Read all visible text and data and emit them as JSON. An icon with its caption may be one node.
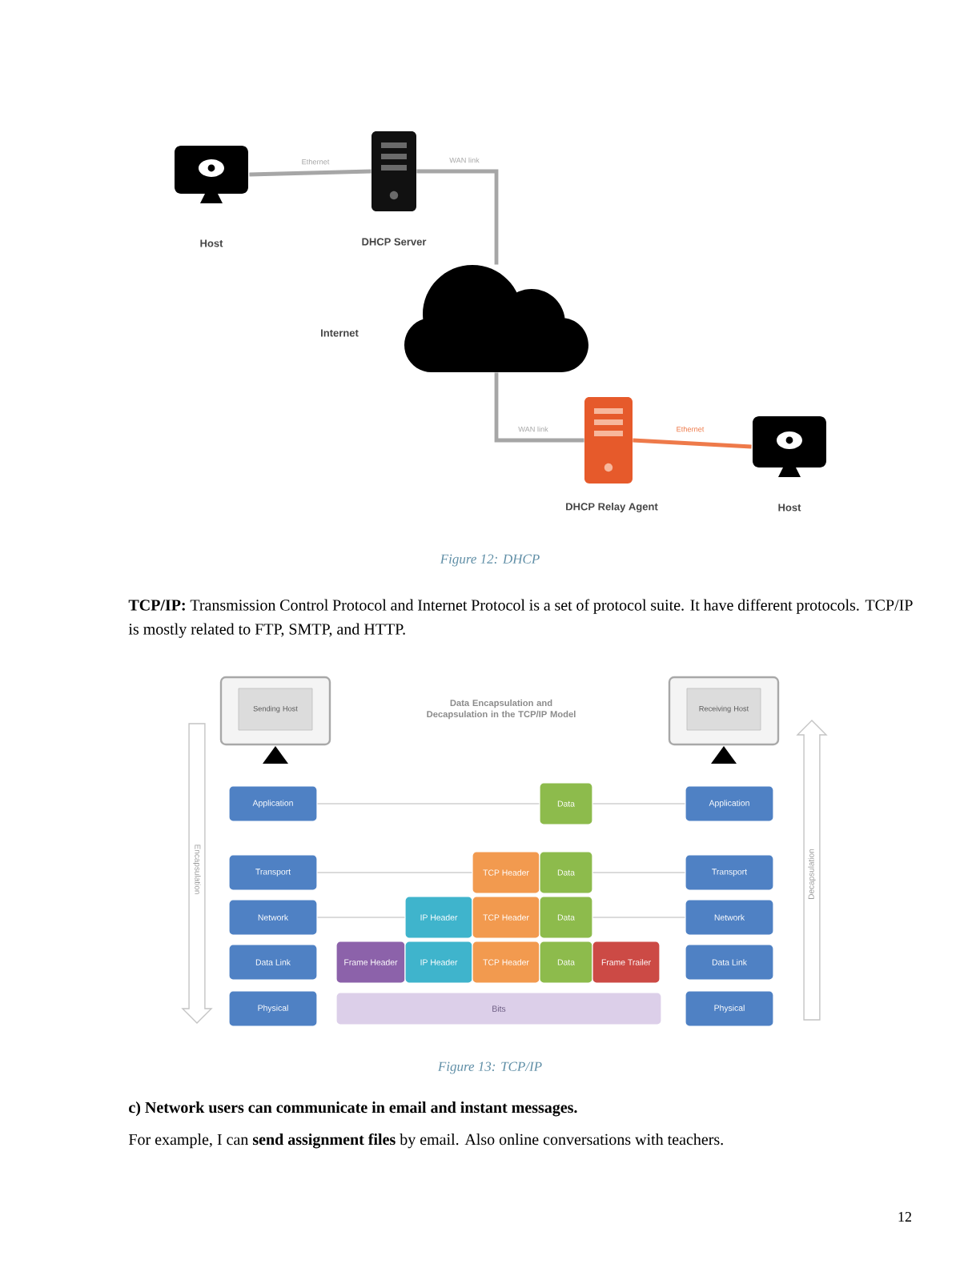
{
  "diagram": {
    "nodes": [
      {
        "text": [
          "Host"
        ]
      },
      {
        "text": [
          "DHCP Server"
        ]
      },
      {
        "text": [
          "Internet"
        ]
      },
      {
        "text": [
          "DHCP Relay Agent"
        ]
      },
      {
        "text": [
          "Host"
        ]
      },
      {
        "text": [
          "Sending Host"
        ]
      },
      {
        "text": [
          "Receiving Host"
        ]
      },
      {
        "text": [
          "Encapsulation"
        ]
      },
      {
        "text": [
          "Decapsulation"
        ]
      },
      {
        "text": [
          "Application"
        ]
      },
      {
        "text": [
          "Data"
        ]
      },
      {
        "text": [
          "Application"
        ]
      },
      {
        "text": [
          "Transport"
        ]
      },
      {
        "text": [
          "TCP Header"
        ]
      },
      {
        "text": [
          "Data"
        ]
      },
      {
        "text": [
          "Transport"
        ]
      },
      {
        "text": [
          "Network"
        ]
      },
      {
        "text": [
          "IP Header"
        ]
      },
      {
        "text": [
          "TCP Header"
        ]
      },
      {
        "text": [
          "Data"
        ]
      },
      {
        "text": [
          "Network"
        ]
      },
      {
        "text": [
          "Data Link"
        ]
      },
      {
        "text": [
          "Frame Header"
        ]
      },
      {
        "text": [
          "IP Header"
        ]
      },
      {
        "text": [
          "TCP Header"
        ]
      },
      {
        "text": [
          "Data"
        ]
      },
      {
        "text": [
          "Frame Trailer"
        ]
      },
      {
        "text": [
          "Data Link"
        ]
      },
      {
        "text": [
          "Physical"
        ]
      },
      {
        "text": [
          "Bits"
        ]
      },
      {
        "text": [
          "Physical"
        ]
      }
    ],
    "edges": [
      {
        "from": 0,
        "to": 1,
        "arrow": "none",
        "label": "Ethernet",
        "style": "thick",
        "color": "#a6a6a6"
      },
      {
        "from": 1,
        "to": 2,
        "arrow": "none",
        "label": "WAN link",
        "style": "thick",
        "color": "#a6a6a6"
      },
      {
        "from": 2,
        "to": 3,
        "arrow": "none",
        "label": "WAN link",
        "style": "thick",
        "color": "#a6a6a6"
      },
      {
        "from": 3,
        "to": 4,
        "arrow": "none",
        "label": "Ethernet",
        "style": "thick",
        "color": "#ee7a4a"
      },
      {
        "from": 9,
        "to": 10,
        "arrow": "none"
      },
      {
        "from": 10,
        "to": 11,
        "arrow": "none"
      },
      {
        "from": 12,
        "to": 13,
        "arrow": "none"
      },
      {
        "from": 14,
        "to": 15,
        "arrow": "none"
      },
      {
        "from": 16,
        "to": 17,
        "arrow": "none"
      },
      {
        "from": 19,
        "to": 20,
        "arrow": "none"
      }
    ],
    "labels": [
      "Figure 12: DHCP",
      "**TCP/IP:** Transmission Control Protocol and Internet Protocol is a set of protocol suite. It have different protocols. TCP/IP is mostly related to FTP, SMTP, and HTTP.",
      "Data Encapsulation and Decapsulation in the TCP/IP Model",
      "Figure 13: TCP/IP",
      "c) Network users can communicate in email and instant messages.",
      "For example, I can **send assignment files** by email. Also online conversations with teachers.",
      "12"
    ]
  }
}
